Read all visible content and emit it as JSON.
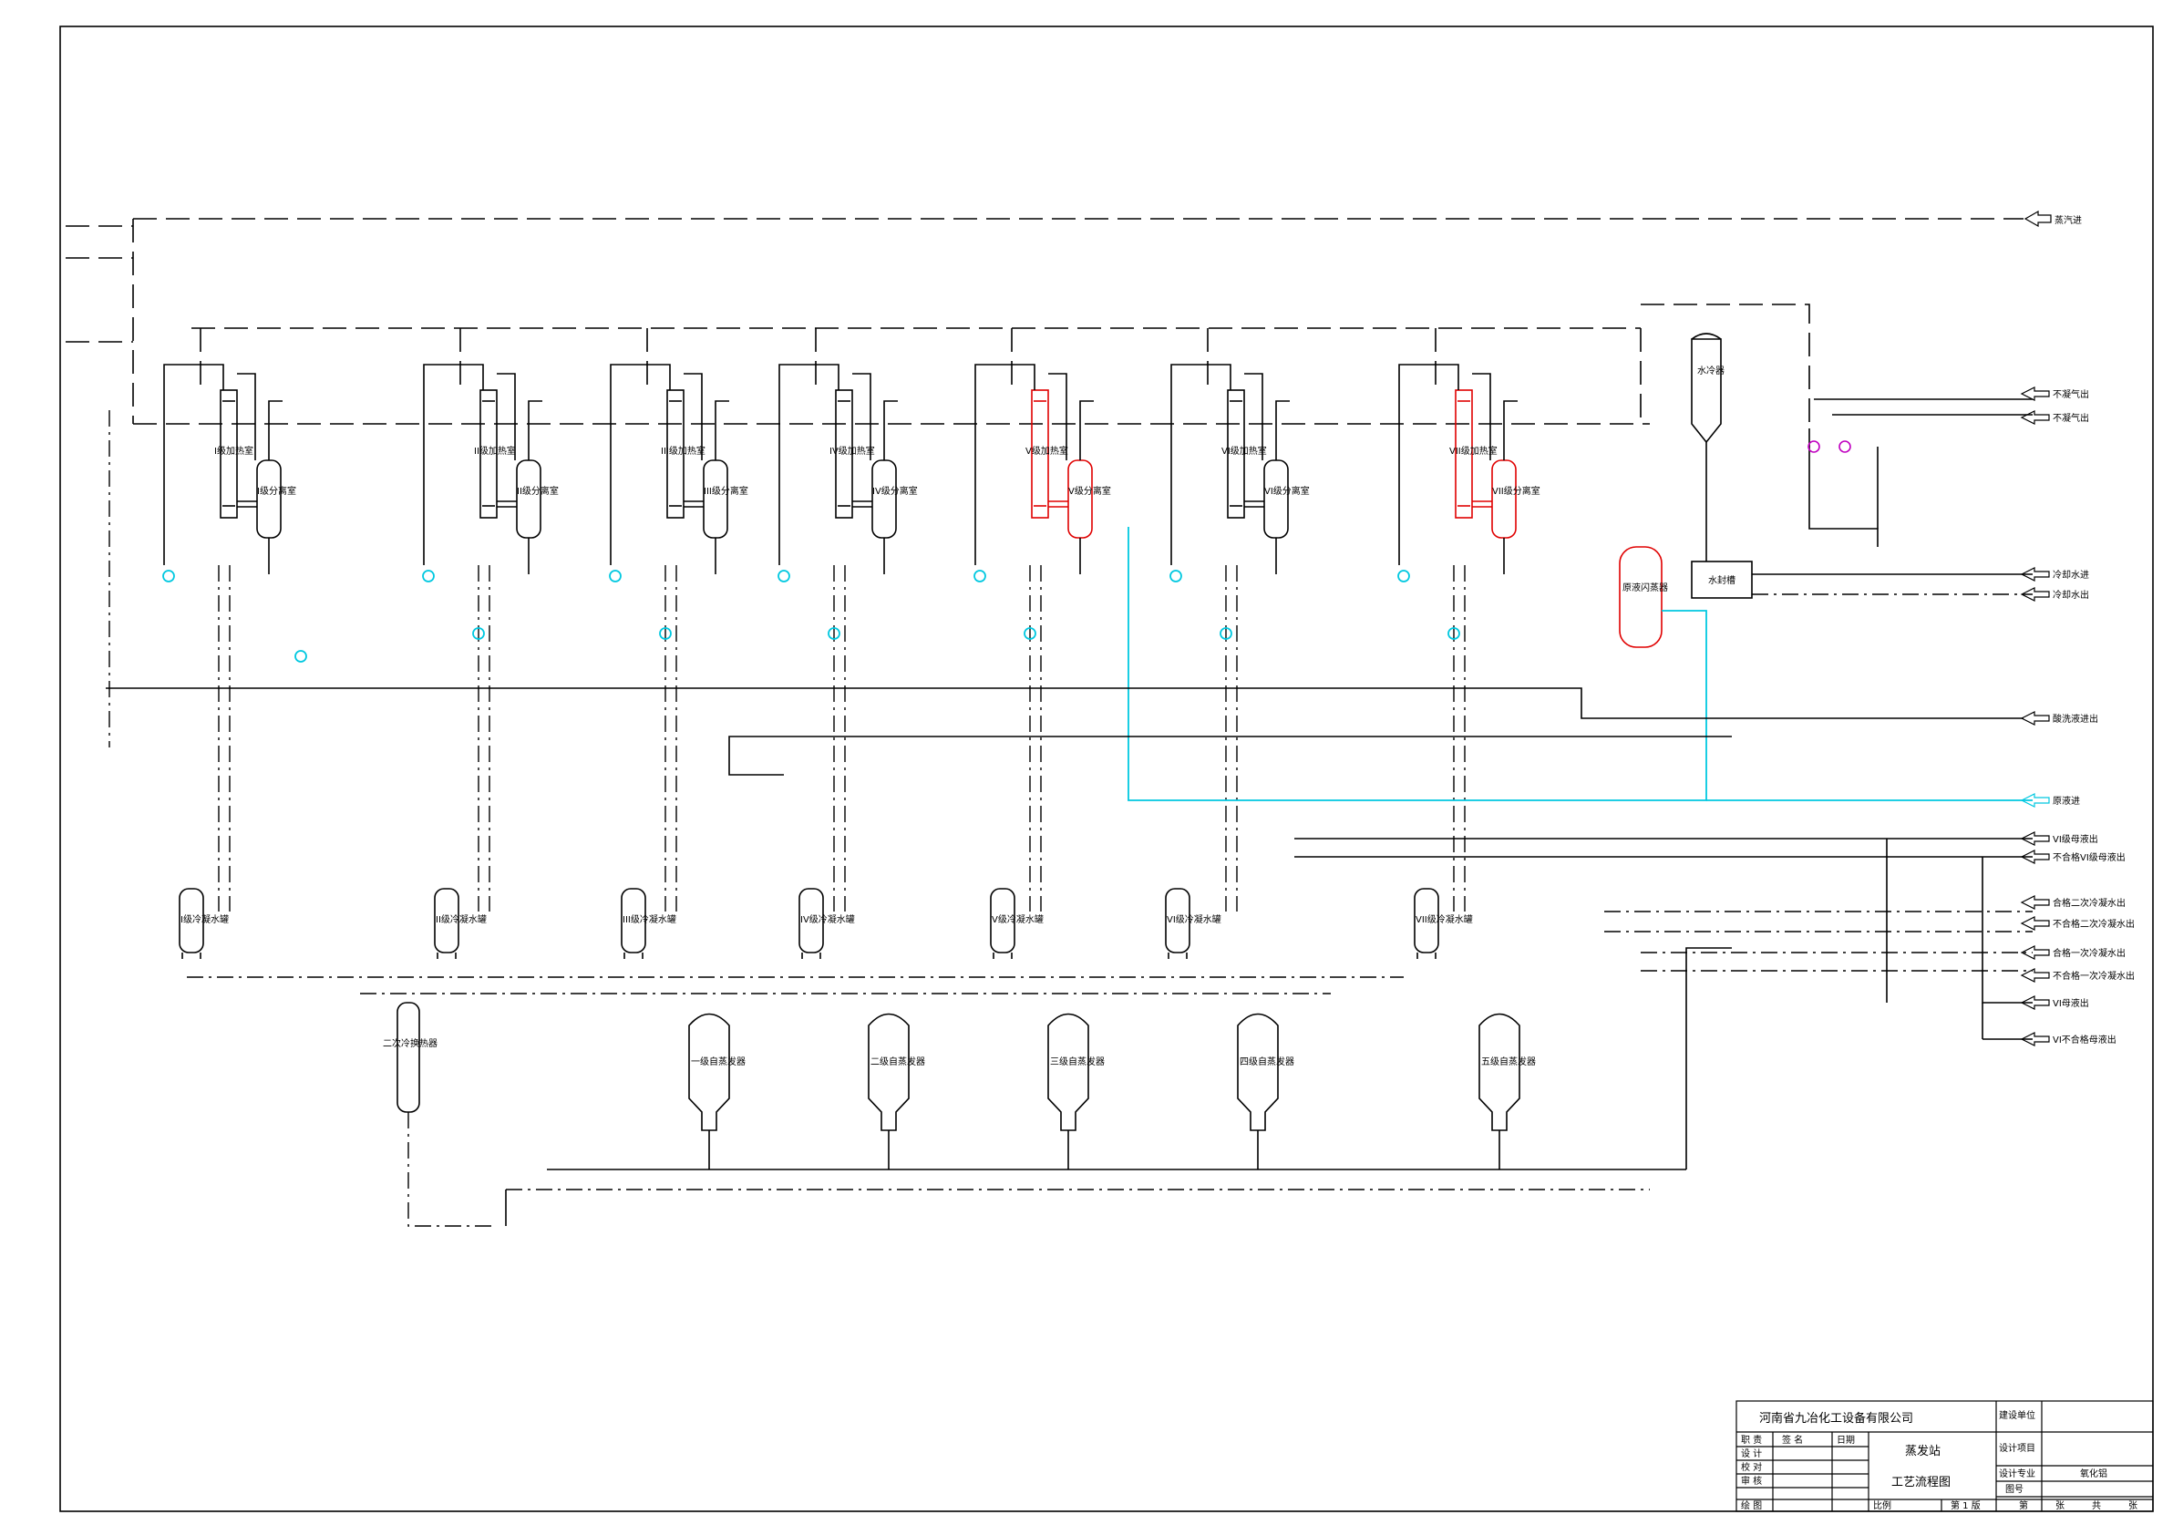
{
  "drawing": {
    "right_labels": {
      "steam_in": "蒸汽进",
      "noncondensable_1": "不凝气出",
      "noncondensable_2": "不凝气出",
      "cooling_in": "冷却水进",
      "cooling_out": "冷却水出",
      "mother_liquor": "酸洗液进出",
      "raw_liquor": "原液进",
      "vi_out": "VI级母液出",
      "vi_unq_out": "不合格VI级母液出",
      "c2_ok": "合格二次冷凝水出",
      "c2_bad": "不合格二次冷凝水出",
      "c1_ok": "合格一次冷凝水出",
      "c1_bad": "不合格一次冷凝水出",
      "v_out": "VI母液出",
      "v_bad": "VI不合格母液出"
    },
    "equipment": {
      "water_cooler": "水冷器",
      "water_tank": "水封槽",
      "raw_preheater": "原液闪蒸器",
      "evap_labels": [
        "I级加热室",
        "II级加热室",
        "III级加热室",
        "IV级加热室",
        "V级加热室",
        "VI级加热室",
        "VII级加热室"
      ],
      "separator_labels": [
        "I级分离室",
        "II级分离室",
        "III级分离室",
        "IV级分离室",
        "V级分离室",
        "VI级分离室",
        "VII级分离室"
      ],
      "condensate_tanks": [
        "I级冷凝水罐",
        "II级冷凝水罐",
        "III级冷凝水罐",
        "IV级冷凝水罐",
        "V级冷凝水罐",
        "VI级冷凝水罐",
        "VII级冷凝水罐"
      ],
      "flash_evaporators": [
        "一级自蒸发器",
        "二级自蒸发器",
        "三级自蒸发器",
        "四级自蒸发器",
        "五级自蒸发器"
      ],
      "secondary_exchanger": "二次冷换热器"
    },
    "colors": {
      "line": "#000000",
      "highlight_equipment": "#e00000",
      "raw_liquor_line": "#00c8e0",
      "pump": "#00c8e0",
      "pump_alt": "#00b000",
      "valve_alt": "#c000c0",
      "meter": "#e8e000"
    }
  },
  "title_block": {
    "company": "河南省九冶化工设备有限公司",
    "build_unit_label": "建设单位",
    "design_project_label": "设计项目",
    "design_spec_label": "设计专业",
    "design_spec_value": "氧化铝",
    "drawing_no_label": "图号",
    "project_name": "蒸发站",
    "drawing_name": "工艺流程图",
    "rows": [
      "职  责",
      "设  计",
      "校  对",
      "审  核",
      "绘  图"
    ],
    "sign_label": "签  名",
    "date_label": "日期",
    "scale_label": "比例",
    "version": "第 1 版",
    "sheet_label": "第",
    "sheet_unit": "张",
    "total_label": "共",
    "total_unit": "张"
  }
}
